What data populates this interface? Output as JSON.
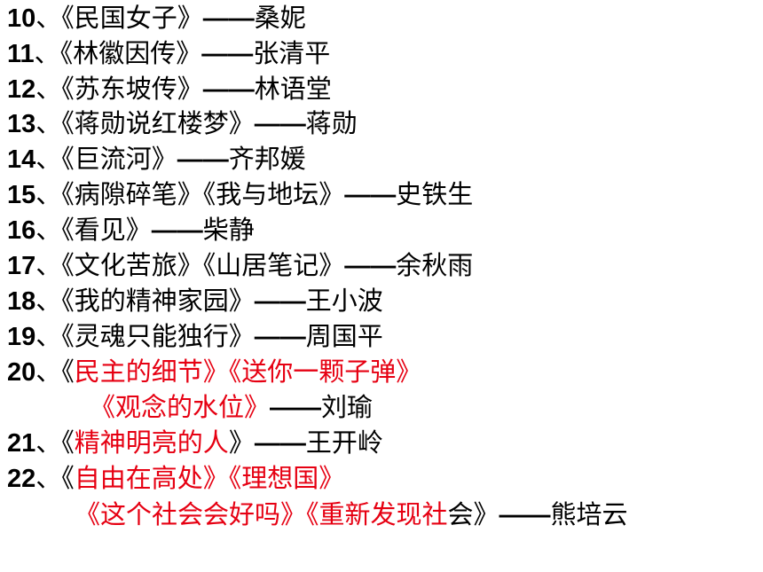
{
  "accent_color": "#e60012",
  "items": [
    {
      "num": "10",
      "sep": "、",
      "titles": "《民国女子》",
      "dash": "——",
      "author": "桑妮"
    },
    {
      "num": "11",
      "sep": "、",
      "titles": "《林徽因传》",
      "dash": "——",
      "author": "张清平"
    },
    {
      "num": "12",
      "sep": "、",
      "titles": "《苏东坡传》",
      "dash": "——",
      "author": "林语堂"
    },
    {
      "num": "13",
      "sep": "、",
      "titles": "《蒋勋说红楼梦》",
      "dash": "——",
      "author": "蒋勋"
    },
    {
      "num": "14",
      "sep": "、",
      "titles": "《巨流河》",
      "dash": "——",
      "author": "齐邦媛"
    },
    {
      "num": "15",
      "sep": "、",
      "titles": "《病隙碎笔》《我与地坛》",
      "dash": "——",
      "author": "史铁生"
    },
    {
      "num": "16",
      "sep": "、",
      "titles": "《看见》",
      "dash": "——",
      "author": "柴静"
    },
    {
      "num": "17",
      "sep": "、",
      "titles": "《文化苦旅》《山居笔记》",
      "dash": "——",
      "author": "余秋雨"
    },
    {
      "num": "18",
      "sep": "、",
      "titles": "《我的精神家园》",
      "dash": "——",
      "author": "王小波"
    },
    {
      "num": "19",
      "sep": "、",
      "titles": "《灵魂只能独行》",
      "dash": "——",
      "author": "周国平"
    }
  ],
  "item20": {
    "num": "20",
    "sep": "、",
    "bracket_open": "《",
    "red_line1": "民主的细节》《送你一颗子弹》",
    "red_line2": "《观念的水位》",
    "dash": "——",
    "author": "刘瑜"
  },
  "item21": {
    "num": "21",
    "sep": "、",
    "bracket_open": "《",
    "red": "精神明亮的人",
    "bracket_close": "》",
    "dash": "——",
    "author": "王开岭"
  },
  "item22": {
    "num": "22",
    "sep": "、",
    "bracket_open": "《",
    "red_line1": "自由在高处》《理想国》",
    "red_line2": "《这个社会会好吗》《重新发现社",
    "black_tail": "会》",
    "dash": "——",
    "author": "熊培云"
  }
}
